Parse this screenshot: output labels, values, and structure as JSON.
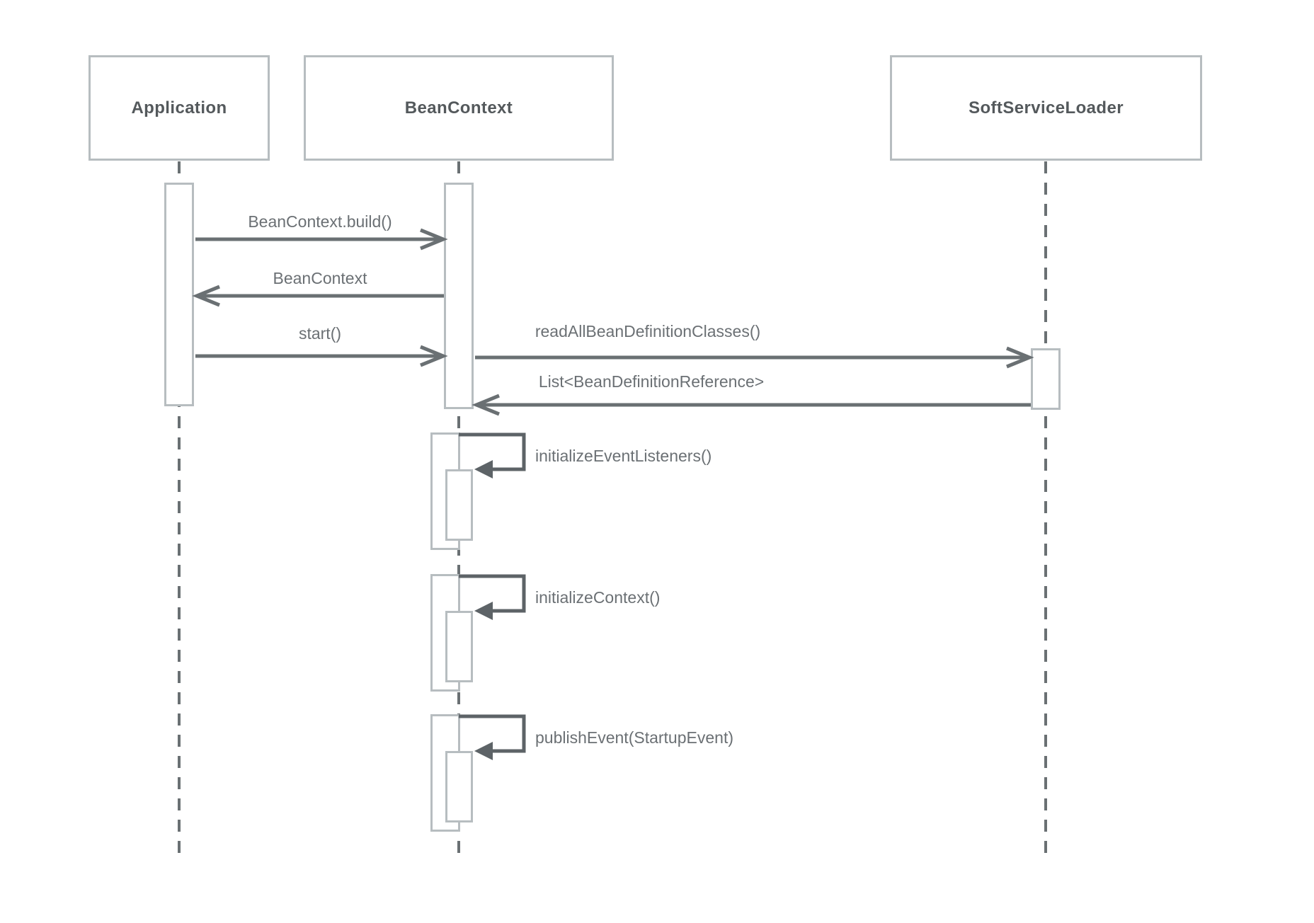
{
  "diagram": {
    "type": "uml-sequence-diagram",
    "participants": [
      {
        "name": "Application"
      },
      {
        "name": "BeanContext"
      },
      {
        "name": "SoftServiceLoader"
      }
    ],
    "messages": [
      {
        "from": "Application",
        "to": "BeanContext",
        "kind": "call",
        "label": "BeanContext.build()"
      },
      {
        "from": "BeanContext",
        "to": "Application",
        "kind": "return",
        "label": "BeanContext"
      },
      {
        "from": "Application",
        "to": "BeanContext",
        "kind": "call",
        "label": "start()"
      },
      {
        "from": "BeanContext",
        "to": "SoftServiceLoader",
        "kind": "call",
        "label": "readAllBeanDefinitionClasses()"
      },
      {
        "from": "SoftServiceLoader",
        "to": "BeanContext",
        "kind": "return",
        "label": "List<BeanDefinitionReference>"
      },
      {
        "from": "BeanContext",
        "to": "BeanContext",
        "kind": "self",
        "label": "initializeEventListeners()"
      },
      {
        "from": "BeanContext",
        "to": "BeanContext",
        "kind": "self",
        "label": "initializeContext()"
      },
      {
        "from": "BeanContext",
        "to": "BeanContext",
        "kind": "self",
        "label": "publishEvent(StartupEvent)"
      }
    ],
    "colors": {
      "background": "#ffffff",
      "box_border": "#b7bdc0",
      "box_fill": "#ffffff",
      "title_text": "#54595c",
      "message_text": "#6b7074",
      "arrow_line": "#6a7073",
      "self_loop_line": "#5d6367",
      "lifeline": "#6a7073"
    }
  }
}
